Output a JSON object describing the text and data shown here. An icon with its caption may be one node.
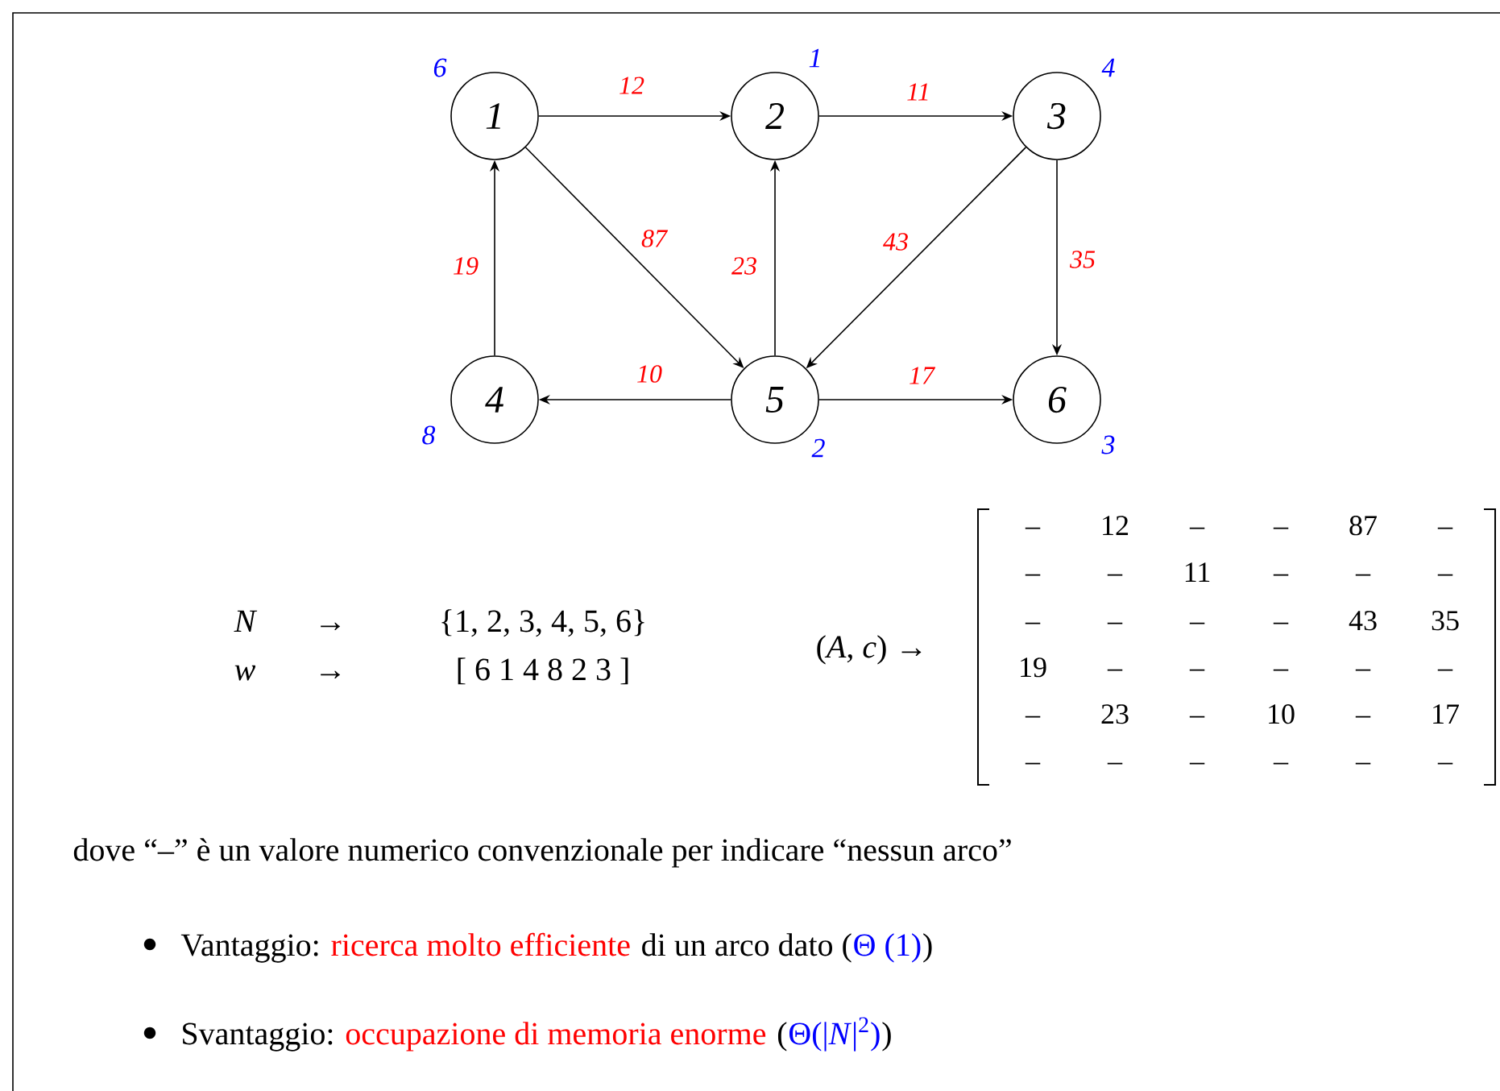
{
  "diagram": {
    "nodes": [
      {
        "text": [
          "1"
        ],
        "beside": [
          "6"
        ]
      },
      {
        "text": [
          "2"
        ],
        "beside": [
          "1"
        ]
      },
      {
        "text": [
          "3"
        ],
        "beside": [
          "4"
        ]
      },
      {
        "text": [
          "4"
        ],
        "beside": [
          "8"
        ]
      },
      {
        "text": [
          "5"
        ],
        "beside": [
          "2"
        ]
      },
      {
        "text": [
          "6"
        ],
        "beside": [
          "3"
        ]
      }
    ],
    "edges": [
      {
        "from": 0,
        "to": 1,
        "arrow": "to",
        "label": "12"
      },
      {
        "from": 1,
        "to": 2,
        "arrow": "to",
        "label": "11"
      },
      {
        "from": 0,
        "to": 4,
        "arrow": "to",
        "label": "87"
      },
      {
        "from": 4,
        "to": 1,
        "arrow": "to",
        "label": "23"
      },
      {
        "from": 2,
        "to": 4,
        "arrow": "to",
        "label": "43"
      },
      {
        "from": 2,
        "to": 5,
        "arrow": "to",
        "label": "35"
      },
      {
        "from": 3,
        "to": 0,
        "arrow": "to",
        "label": "19"
      },
      {
        "from": 4,
        "to": 3,
        "arrow": "to",
        "label": "10"
      },
      {
        "from": 4,
        "to": 5,
        "arrow": "to",
        "label": "17"
      }
    ],
    "labels": [
      "N",
      "→",
      "{1, 2, 3, 4, 5, 6}",
      "w",
      "→",
      "[ 6 1 4 8 2 3 ]",
      "(*A*, *c*) →",
      "–",
      "12",
      "–",
      "–",
      "87",
      "–",
      "–",
      "–",
      "11",
      "–",
      "–",
      "–",
      "–",
      "–",
      "–",
      "–",
      "43",
      "35",
      "19",
      "–",
      "–",
      "–",
      "–",
      "–",
      "–",
      "23",
      "–",
      "10",
      "–",
      "17",
      "–",
      "–",
      "–",
      "–",
      "–",
      "–",
      "dove “–” è un valore numerico convenzionale per indicare “nessun arco”",
      "Vantaggio:",
      "ricerca molto efficiente",
      "di un arco dato (",
      "Θ (1)",
      ")",
      "Svantaggio:",
      "occupazione di memoria enorme",
      "(",
      "Θ(|*N*|$^{2}$)",
      ")"
    ]
  }
}
